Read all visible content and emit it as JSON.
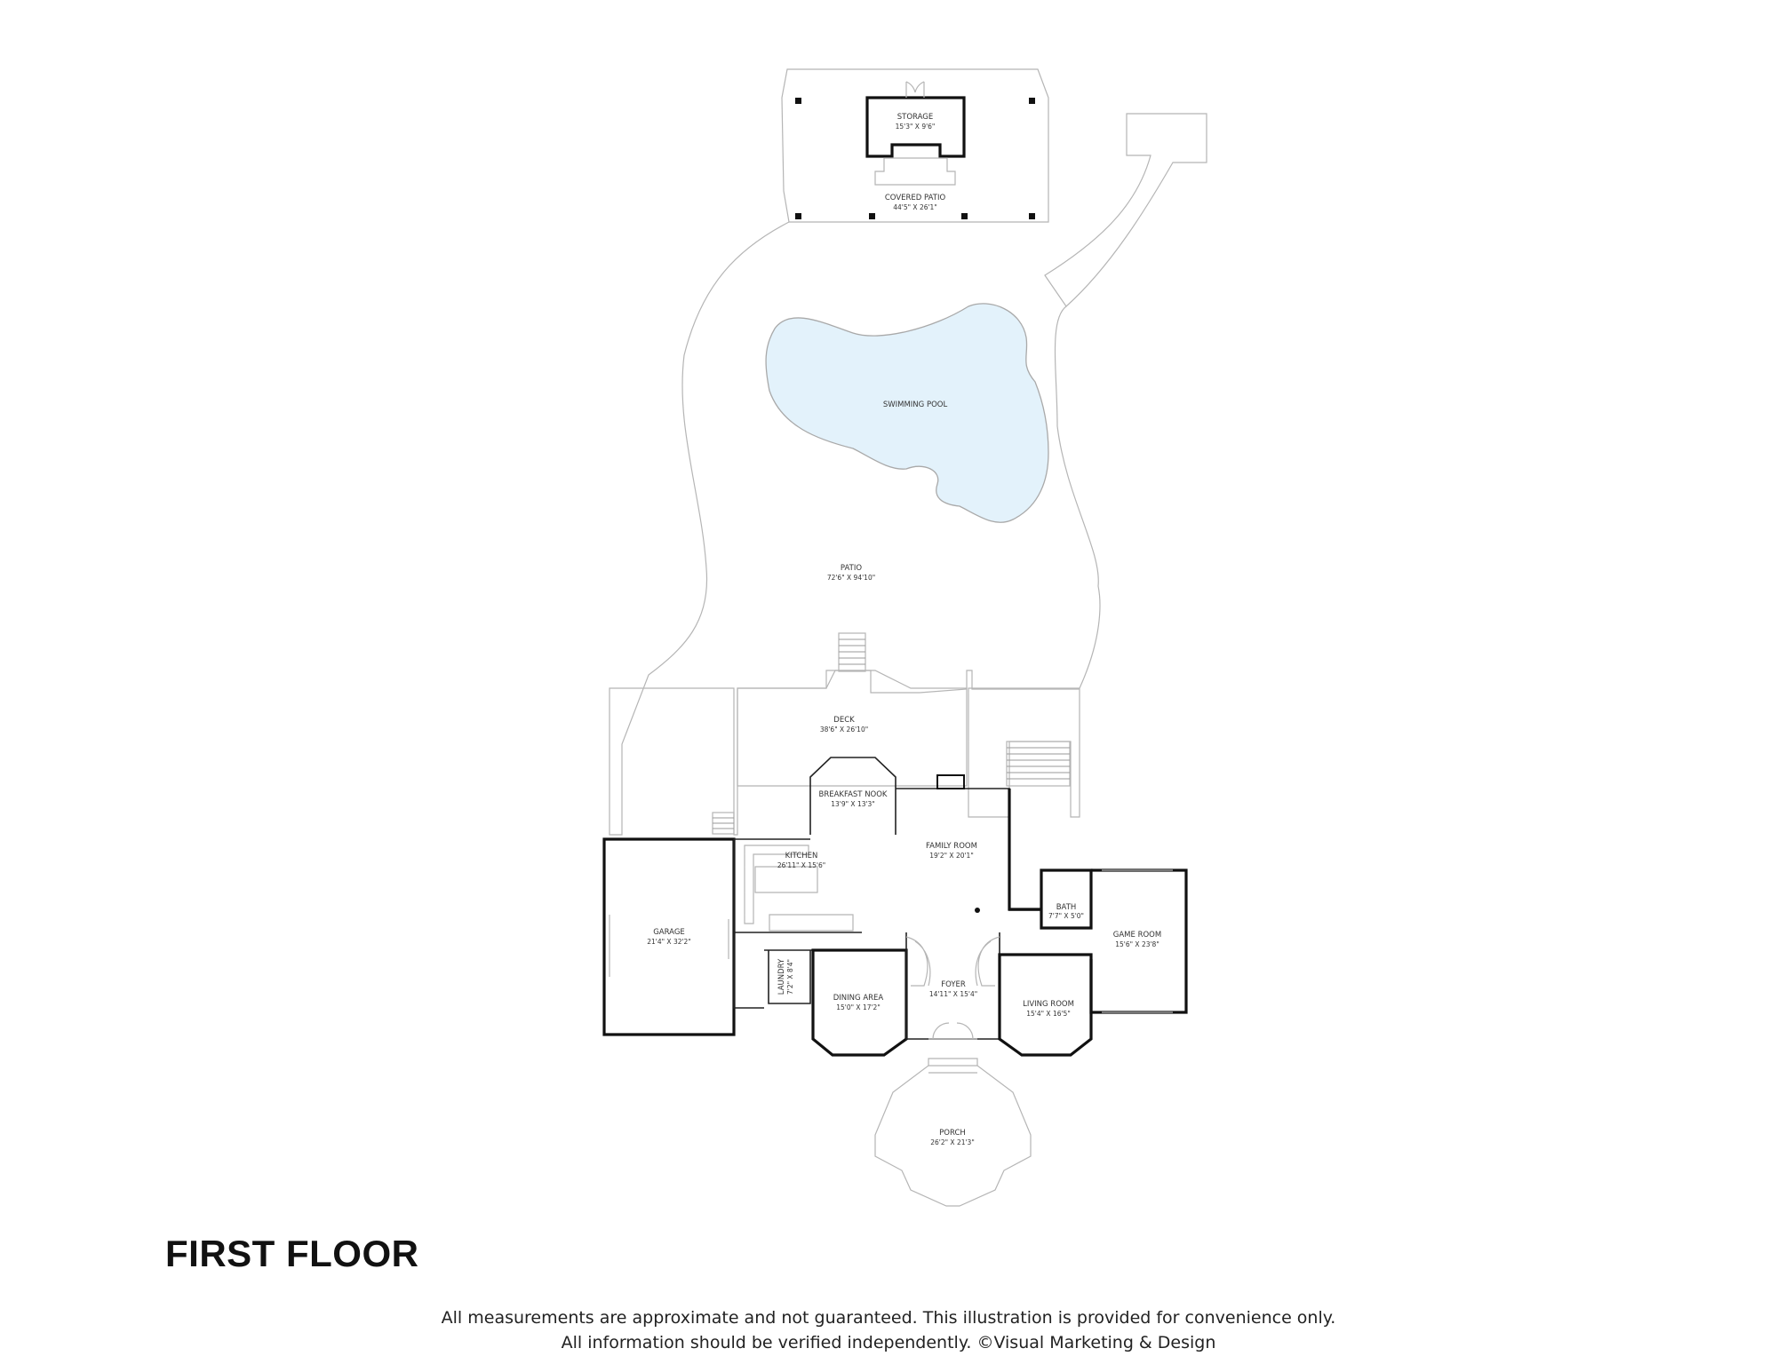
{
  "title": "FIRST FLOOR",
  "disclaimer": {
    "line1": "All measurements are approximate and not guaranteed. This illustration is provided for convenience only.",
    "line2": "All information should be verified independently. ©Visual Marketing & Design"
  },
  "rooms": {
    "storage": {
      "name": "STORAGE",
      "dims": "15'3\" X 9'6\""
    },
    "covered_patio": {
      "name": "COVERED PATIO",
      "dims": "44'5\" X 26'1\""
    },
    "swimming_pool": {
      "name": "SWIMMING POOL"
    },
    "patio": {
      "name": "PATIO",
      "dims": "72'6\" X 94'10\""
    },
    "deck": {
      "name": "DECK",
      "dims": "38'6\" X 26'10\""
    },
    "breakfast_nook": {
      "name": "BREAKFAST NOOK",
      "dims": "13'9\" X 13'3\""
    },
    "kitchen": {
      "name": "KITCHEN",
      "dims": "26'11\" X 15'6\""
    },
    "family_room": {
      "name": "FAMILY ROOM",
      "dims": "19'2\" X 20'1\""
    },
    "bath": {
      "name": "BATH",
      "dims": "7'7\" X 5'0\""
    },
    "game_room": {
      "name": "GAME ROOM",
      "dims": "15'6\" X 23'8\""
    },
    "garage": {
      "name": "GARAGE",
      "dims": "21'4\" X 32'2\""
    },
    "laundry": {
      "name": "LAUNDRY",
      "dims": "7'2\" X 8'4\""
    },
    "dining_area": {
      "name": "DINING AREA",
      "dims": "15'0\" X 17'2\""
    },
    "foyer": {
      "name": "FOYER",
      "dims": "14'11\" X 15'4\""
    },
    "living_room": {
      "name": "LIVING ROOM",
      "dims": "15'4\" X 16'5\""
    },
    "porch": {
      "name": "PORCH",
      "dims": "26'2\" X 21'3\""
    }
  },
  "colors": {
    "pool": "#e3f2fb",
    "wall": "#111111",
    "outline": "#b5b5b5"
  }
}
